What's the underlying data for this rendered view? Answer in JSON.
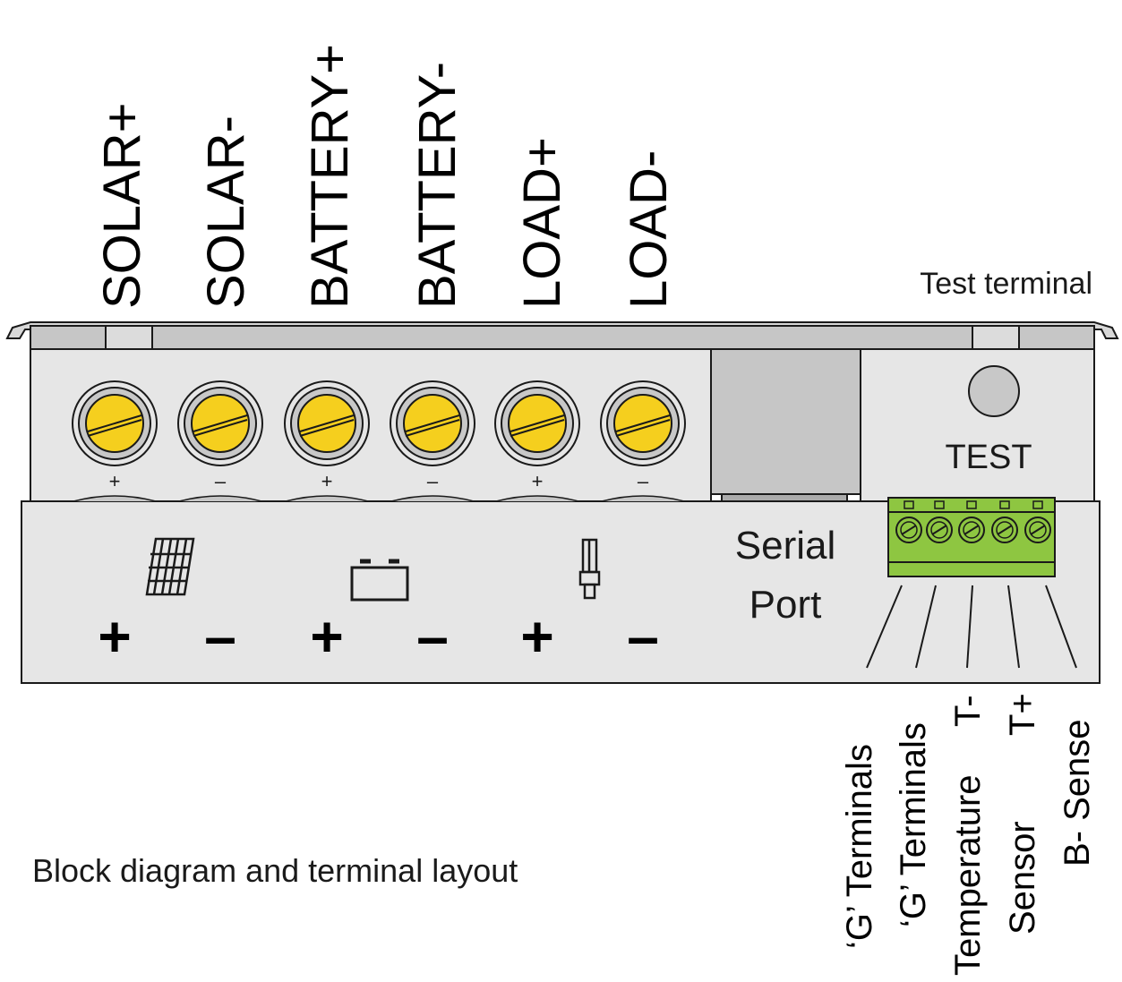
{
  "top_labels": [
    "SOLAR+",
    "SOLAR-",
    "BATTERY+",
    "BATTERY-",
    "LOAD+",
    "LOAD-"
  ],
  "terminal_polarity": [
    "+",
    "–",
    "+",
    "–",
    "+",
    "–"
  ],
  "bottom_polarity": [
    "+",
    "–",
    "+",
    "–",
    "+",
    "–"
  ],
  "group_icons": [
    "solar-panel-icon",
    "battery-icon",
    "lamp-icon"
  ],
  "test_terminal": {
    "caption": "Test terminal",
    "button_label": "TEST"
  },
  "serial_port": {
    "line1": "Serial",
    "line2": "Port"
  },
  "small_terminals": {
    "labels": [
      [
        "‘G’ Terminals"
      ],
      [
        "‘G’ Terminals"
      ],
      [
        "Temperature",
        "T-"
      ],
      [
        "Sensor",
        "T+"
      ],
      [
        "B- Sense"
      ]
    ]
  },
  "caption": "Block diagram and terminal layout",
  "colors": {
    "screw_yellow": "#f5cf1e",
    "green_block": "#8ec641",
    "body_light": "#e6e6e6",
    "body_gray": "#c6c6c6",
    "serial_gray": "#ababab",
    "test_button": "#c8c8c8"
  }
}
